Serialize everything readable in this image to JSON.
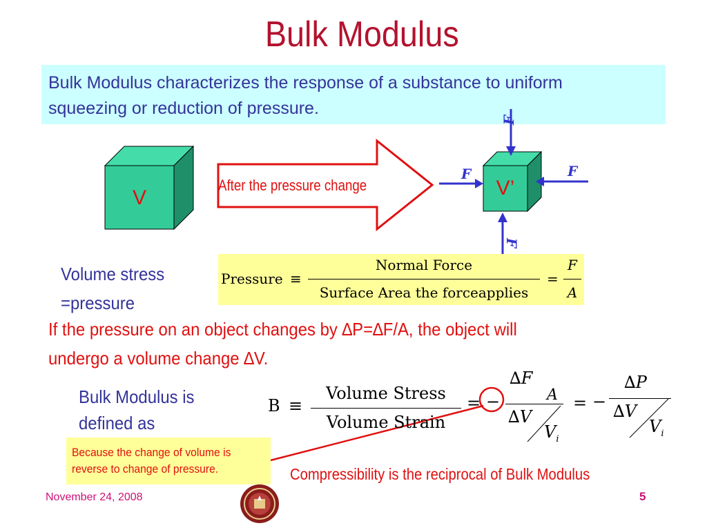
{
  "title": "Bulk Modulus",
  "intro": "Bulk Modulus characterizes the response of a substance to uniform squeezing or reduction of pressure.",
  "diagram": {
    "cube_before_label": "V",
    "cube_after_label": "V’",
    "arrow_text": "After the pressure change",
    "force_symbol": "F"
  },
  "volume_stress_label": {
    "line1": "Volume stress",
    "line2": "=pressure"
  },
  "pressure_formula": {
    "lhs": "Pressure",
    "equiv": "≡",
    "numerator": "Normal Force",
    "denominator": "Surface Area the forceapplies",
    "equals": "=",
    "rhs_num": "F",
    "rhs_den": "A"
  },
  "change_text": {
    "line1": "If the pressure on an object changes by ∆P=∆F/A, the object will",
    "line2": "undergo a volume change ∆V."
  },
  "bulk_label": {
    "line1": "Bulk Modulus is",
    "line2": "defined as"
  },
  "bulk_formula": {
    "lhs": "B",
    "equiv": "≡",
    "numerator": "Volume Stress",
    "denominator": "Volume Strain",
    "equals1": "=",
    "minus1": "−",
    "dF": "∆F",
    "A": "A",
    "dV": "∆V",
    "Vi": "V",
    "sub_i": "i",
    "equals2": "=",
    "minus2": "−",
    "dP": "∆P"
  },
  "note": "Because the change of volume is reverse to change of pressure.",
  "compressibility": "Compressibility is the reciprocal of Bulk Modulus",
  "footer": {
    "date": "November 24, 2008",
    "page": "5"
  },
  "colors": {
    "title": "#b3122e",
    "accent_red": "#e01010",
    "text_blue": "#33339a",
    "intro_bg": "#ccffff",
    "highlight_yellow": "#ffff99",
    "cube_front": "#33cc99",
    "cube_top": "#44ddaa",
    "cube_side": "#1f8f6a",
    "force_blue": "#3333cc"
  }
}
